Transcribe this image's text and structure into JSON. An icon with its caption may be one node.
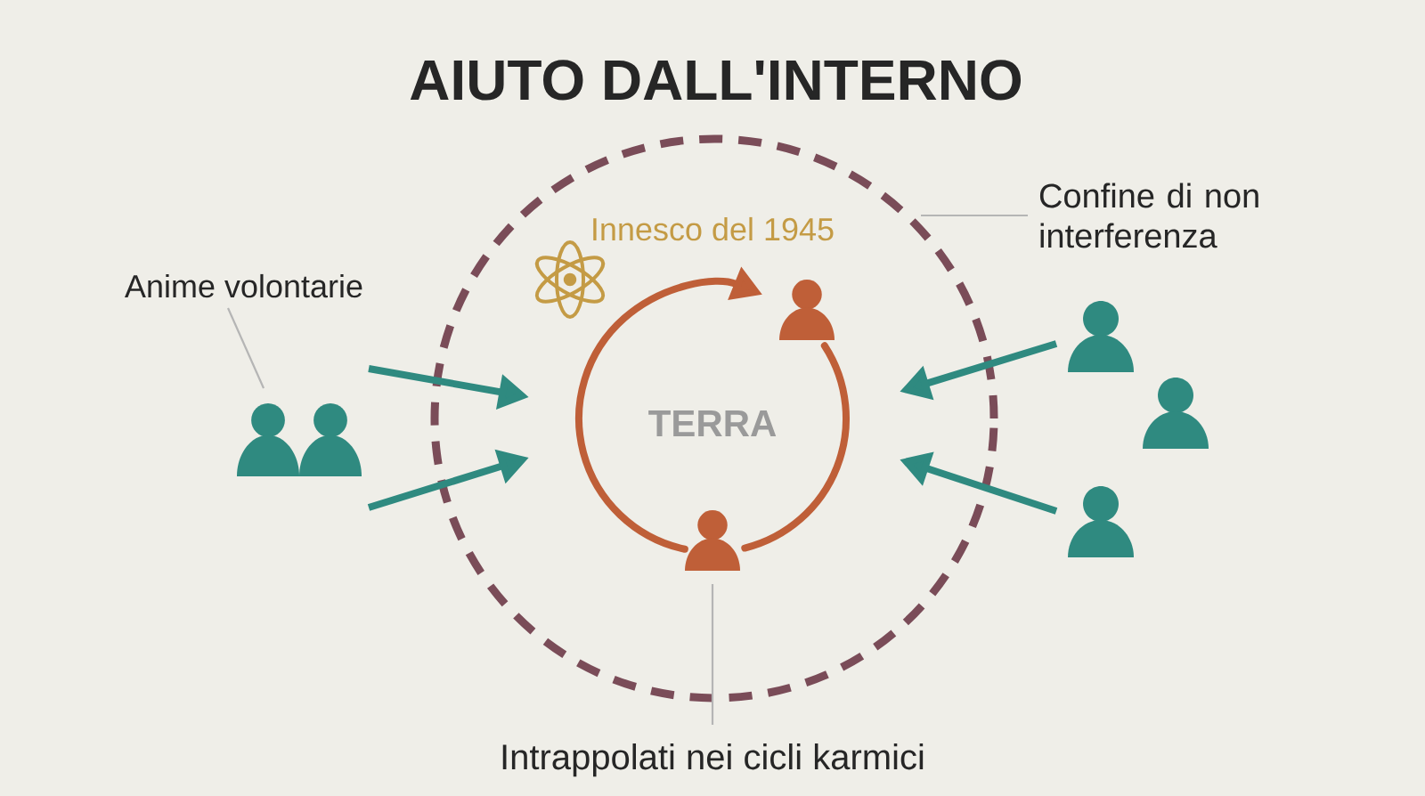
{
  "diagram": {
    "title": "AIUTO DALL'INTERNO",
    "nodes": [
      {
        "text": [],
        "shape": "circle"
      },
      {
        "text": [
          "Confine di non interferenza"
        ]
      },
      {
        "text": [
          "Anime volontarie"
        ]
      },
      {
        "text": [],
        "shape": "person",
        "in": 0
      },
      {
        "text": [],
        "shape": "person"
      },
      {
        "text": [],
        "shape": "person"
      },
      {
        "text": [],
        "shape": "person"
      },
      {
        "text": [],
        "shape": "person",
        "in": 0
      },
      {
        "text": [],
        "shape": "person"
      },
      {
        "text": [
          "Intrappolati nei cicli karmici"
        ]
      }
    ],
    "edges": [
      {
        "from": 1,
        "to": 0,
        "arrow": "none",
        "color": "#b5b5b5"
      },
      {
        "from": 2,
        "to": 5,
        "arrow": "none",
        "color": "#b5b5b5"
      },
      {
        "from": 9,
        "to": 7,
        "arrow": "none",
        "color": "#b5b5b5"
      },
      {
        "from": 7,
        "to": 3,
        "arrow": "to",
        "color": "#bf5f38"
      },
      {
        "from": 3,
        "to": 7,
        "arrow": "none",
        "color": "#bf5f38"
      },
      {
        "from": 5,
        "to": null,
        "arrow": "to"
      },
      {
        "from": 5,
        "to": null,
        "arrow": "to"
      },
      {
        "from": 4,
        "to": null,
        "arrow": "to"
      },
      {
        "from": 8,
        "to": null,
        "arrow": "to"
      }
    ],
    "labels": [
      "Innesco del 1945",
      "TERRA"
    ]
  }
}
